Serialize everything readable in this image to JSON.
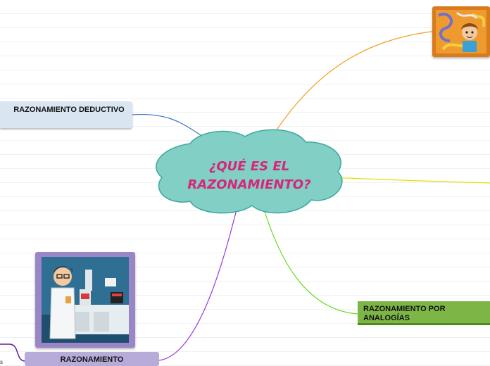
{
  "central": {
    "title": "¿QUÉ ES EL RAZONAMIENTO?"
  },
  "branches": {
    "deductivo": "RAZONAMIENTO DEDUCTIVO",
    "analogias": "RAZONAMIENTO POR ANALOGÍAS",
    "inductivo": "RAZONAMIENTO"
  },
  "colors": {
    "cloud_fill": "#82cfc6",
    "cloud_stroke": "#3aa99c",
    "title": "#d6267a",
    "edge_deductivo": "#3a6fc4",
    "edge_puzzle": "#f0a020",
    "edge_right": "#e4e000",
    "edge_analogias": "#66dd22",
    "edge_inductivo": "#9a3ad8"
  },
  "images": {
    "scientist": "scientist-illustration",
    "puzzle": "puzzle-illustration"
  },
  "edge_mark": "s"
}
